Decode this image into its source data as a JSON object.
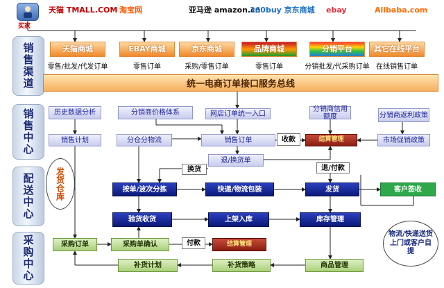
{
  "buyer": {
    "label": "买家"
  },
  "platforms": [
    {
      "name": "tmall-logo",
      "text": "天猫 TMALL.COM",
      "color": "#c40000"
    },
    {
      "name": "taobao-logo",
      "text": "淘宝网",
      "color": "#ff5a00"
    },
    {
      "name": "amazon-logo",
      "text": "亚马逊 amazon.cn",
      "color": "#111111"
    },
    {
      "name": "360buy-logo",
      "text": "360buy 京东商城",
      "color": "#1c6fc6"
    },
    {
      "name": "ebay-logo",
      "text": "ebay",
      "color": "#e53238"
    },
    {
      "name": "alibaba-logo",
      "text": "Alibaba.com",
      "color": "#ff6a00"
    }
  ],
  "channels": [
    {
      "label": "天猫商城",
      "sub": "零售/批发/代发订单",
      "style": ""
    },
    {
      "label": "EBAY商城",
      "sub": "零售订单",
      "style": ""
    },
    {
      "label": "京东商城",
      "sub": "采购/零售订单",
      "style": ""
    },
    {
      "label": "品牌商城",
      "sub": "零售订单",
      "style": "special"
    },
    {
      "label": "分销平台",
      "sub": "分销批发/代采购订单",
      "style": "rainbow"
    },
    {
      "label": "其它在线平台",
      "sub": "在线销售订单",
      "style": ""
    }
  ],
  "interface": {
    "label": "统一电商订单接口服务总线"
  },
  "sections": {
    "sales_channel": "销售渠道",
    "sales_center": "销售中心",
    "distribution_center": "配送中心",
    "purchase_center": "采购中心"
  },
  "nodes": {
    "history_analysis": "历史数据分析",
    "dist_price": "分销商价格体系",
    "store_order_entry": "网店订单统一入口",
    "dist_credit": "分销商信用额度",
    "dist_rebate": "分销商返利政策",
    "sales_plan": "销售计划",
    "split_logistics": "分仓分物流",
    "sales_order": "销售订单",
    "receive_payment": "收款",
    "settlement_sales": "结算管理",
    "market_promo": "市场促销政策",
    "return_exchange_order": "退/换货单",
    "exchange_goods": "换货",
    "return_payment": "退/付款",
    "pick_wave": "按单/波次分拣",
    "express_pack": "快递/物流包装",
    "ship": "发货",
    "customer_sign": "客户签收",
    "inspect_receive": "验货收货",
    "shelve_in": "上架入库",
    "inventory_mgmt": "库存管理",
    "purchase_order": "采购订单",
    "purchase_confirm": "采购单确认",
    "pay": "付款",
    "settlement_purchase": "结算管理",
    "replenish_plan": "补货计划",
    "replenish_strategy": "补货策略",
    "product_mgmt": "商品管理"
  },
  "bubbles": {
    "ship_warehouse": "发货仓库",
    "delivery_note": "物流/快递送货上门或客户自提"
  }
}
